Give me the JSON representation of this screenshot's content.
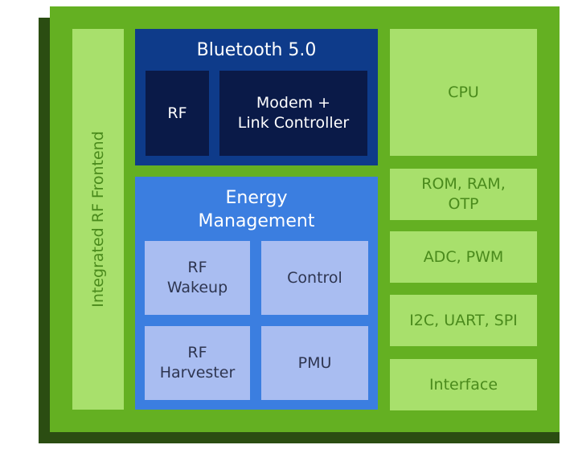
{
  "colors": {
    "board": "#64b022",
    "board_shadow": "#2b4d12",
    "light_green": "#a8e06c",
    "dark_blue": "#0e3b8a",
    "navy": "#0a1a48",
    "mid_blue": "#3b7ee0",
    "pale_blue": "#a9bdf1"
  },
  "left": {
    "rf_frontend": "Integrated RF Frontend"
  },
  "bluetooth": {
    "title": "Bluetooth 5.0",
    "rf": "RF",
    "modem": "Modem +\nLink Controller"
  },
  "energy": {
    "title": "Energy\nManagement",
    "rf_wakeup": "RF\nWakeup",
    "control": "Control",
    "rf_harvester": "RF\nHarvester",
    "pmu": "PMU"
  },
  "right": {
    "cpu": "CPU",
    "memory": "ROM, RAM,\nOTP",
    "adc_pwm": "ADC, PWM",
    "io": "I2C, UART, SPI",
    "interface": "Interface"
  }
}
